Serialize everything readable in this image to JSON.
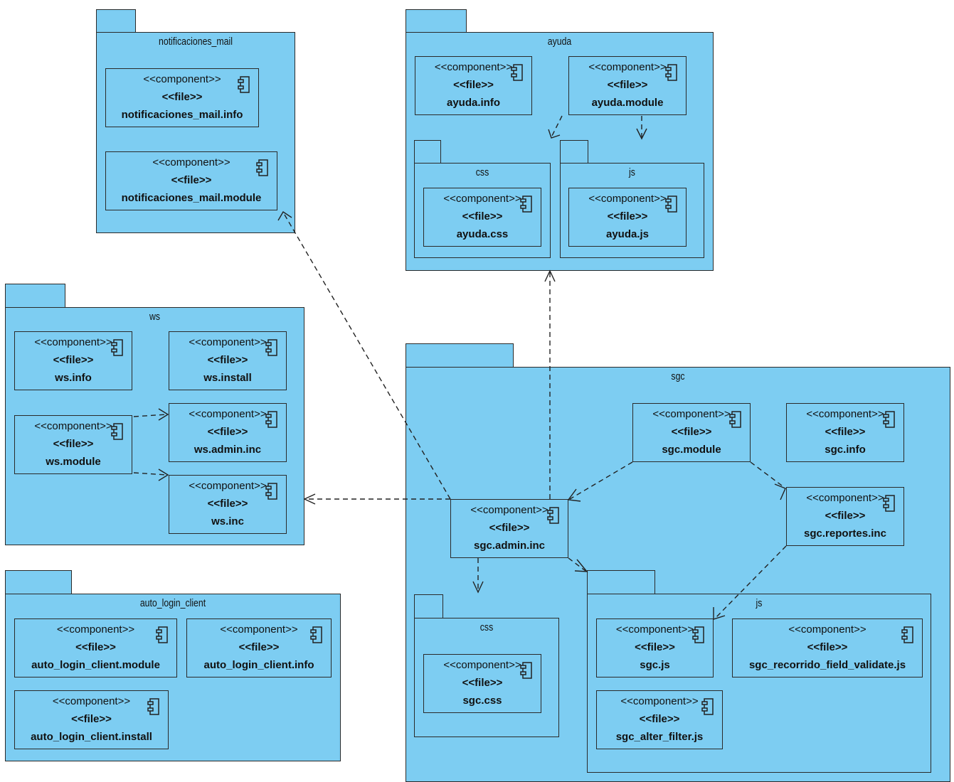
{
  "diagram": {
    "stereotype_component": "<<component>>",
    "stereotype_file": "<<file>>",
    "packages": {
      "notificaciones_mail": "notificaciones_mail",
      "ayuda": "ayuda",
      "ayuda_css": "css",
      "ayuda_js": "js",
      "ws": "ws",
      "sgc": "sgc",
      "sgc_css": "css",
      "sgc_js": "js",
      "auto_login_client": "auto_login_client"
    },
    "components": {
      "notificaciones_mail_info": "notificaciones_mail.info",
      "notificaciones_mail_module": "notificaciones_mail.module",
      "ayuda_info": "ayuda.info",
      "ayuda_module": "ayuda.module",
      "ayuda_css": "ayuda.css",
      "ayuda_js": "ayuda.js",
      "ws_info": "ws.info",
      "ws_install": "ws.install",
      "ws_module": "ws.module",
      "ws_admin_inc": "ws.admin.inc",
      "ws_inc": "ws.inc",
      "sgc_module": "sgc.module",
      "sgc_info": "sgc.info",
      "sgc_reportes_inc": "sgc.reportes.inc",
      "sgc_admin_inc": "sgc.admin.inc",
      "sgc_css": "sgc.css",
      "sgc_js": "sgc.js",
      "sgc_recorrido_field_validate_js": "sgc_recorrido_field_validate.js",
      "sgc_alter_filter_js": "sgc_alter_filter.js",
      "auto_login_client_module": "auto_login_client.module",
      "auto_login_client_info": "auto_login_client.info",
      "auto_login_client_install": "auto_login_client.install"
    },
    "colors": {
      "fill": "#7dcdf2",
      "stroke": "#2a2a2a"
    }
  }
}
